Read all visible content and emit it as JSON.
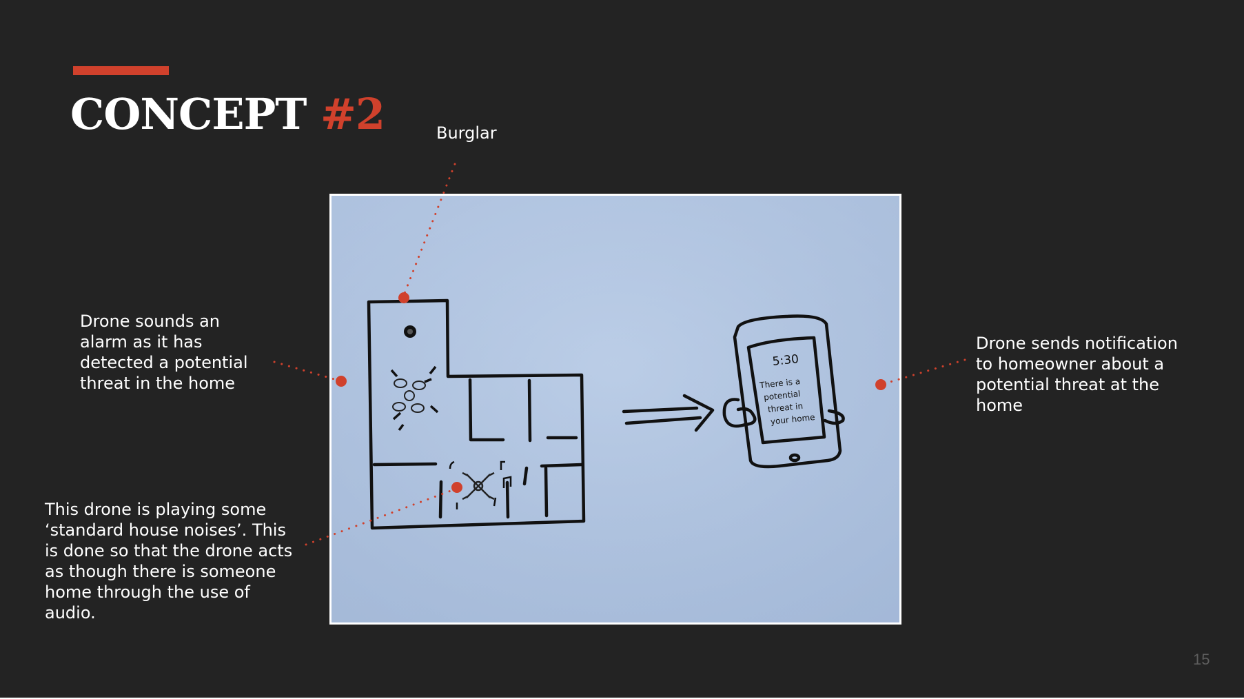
{
  "slide": {
    "title_main": "CONCEPT",
    "title_accent": "#2",
    "page_number": "15"
  },
  "callouts": {
    "burglar": "Burglar",
    "alarm": "Drone sounds an alarm as it has detected a potential threat in the home",
    "notification": "Drone sends notification to homeowner about a potential threat at the home",
    "noises": "This drone is playing some ‘standard house noises’. This is done so that the drone acts as though there is someone home through the use of audio."
  },
  "sketch": {
    "phone_time": "5:30",
    "phone_message": [
      "There is a",
      "potential",
      "threat in",
      "your home"
    ]
  },
  "colors": {
    "background": "#232323",
    "accent": "#d0412c",
    "paper": "#b8cbe6"
  }
}
